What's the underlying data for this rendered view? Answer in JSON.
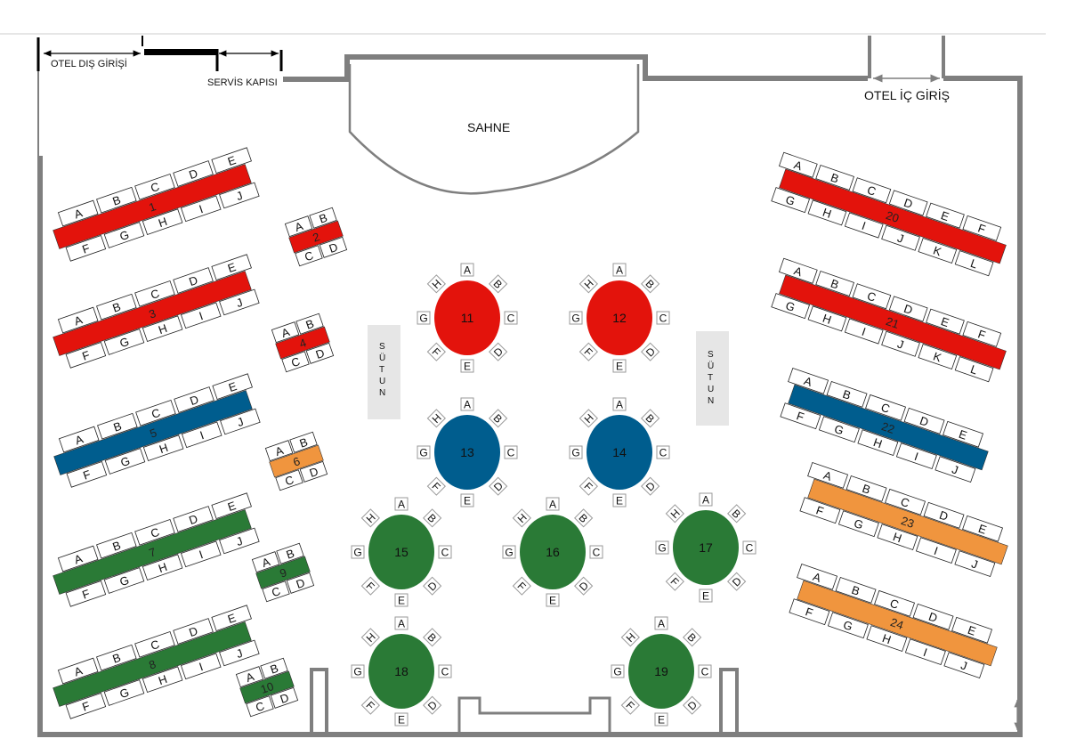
{
  "labels": {
    "outer_entrance": "OTEL DIŞ GİRİŞİ",
    "service_door": "SERVİS KAPISI",
    "inner_entrance": "OTEL İÇ GİRİŞ",
    "stage": "SAHNE",
    "pillar_left": "SÜTUN",
    "pillar_right": "SÜTUN"
  },
  "colors": {
    "red": "#e3130c",
    "blue": "#005d8e",
    "orange": "#f0953e",
    "green": "#2a7a36",
    "wall": "#7f7f7f",
    "pillar": "#e6e6e6"
  },
  "tables": [
    {
      "id": "1",
      "type": "long",
      "color": "red",
      "top": [
        "A",
        "B",
        "C",
        "D",
        "E"
      ],
      "bottom": [
        "F",
        "G",
        "H",
        "I",
        "J"
      ]
    },
    {
      "id": "2",
      "type": "small",
      "color": "red",
      "top": [
        "A",
        "B"
      ],
      "bottom": [
        "C",
        "D"
      ]
    },
    {
      "id": "3",
      "type": "long",
      "color": "red",
      "top": [
        "A",
        "B",
        "C",
        "D",
        "E"
      ],
      "bottom": [
        "F",
        "G",
        "H",
        "I",
        "J"
      ]
    },
    {
      "id": "4",
      "type": "small",
      "color": "red",
      "top": [
        "A",
        "B"
      ],
      "bottom": [
        "C",
        "D"
      ]
    },
    {
      "id": "5",
      "type": "long",
      "color": "blue",
      "top": [
        "A",
        "B",
        "C",
        "D",
        "E"
      ],
      "bottom": [
        "F",
        "G",
        "H",
        "I",
        "J"
      ]
    },
    {
      "id": "6",
      "type": "small",
      "color": "orange",
      "top": [
        "A",
        "B"
      ],
      "bottom": [
        "C",
        "D"
      ]
    },
    {
      "id": "7",
      "type": "long",
      "color": "green",
      "top": [
        "A",
        "B",
        "C",
        "D",
        "E"
      ],
      "bottom": [
        "F",
        "G",
        "H",
        "I",
        "J"
      ]
    },
    {
      "id": "8",
      "type": "long",
      "color": "green",
      "top": [
        "A",
        "B",
        "C",
        "D",
        "E"
      ],
      "bottom": [
        "F",
        "G",
        "H",
        "I",
        "J"
      ]
    },
    {
      "id": "9",
      "type": "small",
      "color": "green",
      "top": [
        "A",
        "B"
      ],
      "bottom": [
        "C",
        "D"
      ]
    },
    {
      "id": "10",
      "type": "small",
      "color": "green",
      "top": [
        "A",
        "B"
      ],
      "bottom": [
        "C",
        "D"
      ]
    },
    {
      "id": "11",
      "type": "round",
      "color": "red",
      "seats": [
        "A",
        "B",
        "C",
        "D",
        "E",
        "F",
        "G",
        "H"
      ]
    },
    {
      "id": "12",
      "type": "round",
      "color": "red",
      "seats": [
        "A",
        "B",
        "C",
        "D",
        "E",
        "F",
        "G",
        "H"
      ]
    },
    {
      "id": "13",
      "type": "round",
      "color": "blue",
      "seats": [
        "A",
        "B",
        "C",
        "D",
        "E",
        "F",
        "G",
        "H"
      ]
    },
    {
      "id": "14",
      "type": "round",
      "color": "blue",
      "seats": [
        "A",
        "B",
        "C",
        "D",
        "E",
        "F",
        "G",
        "H"
      ]
    },
    {
      "id": "15",
      "type": "round",
      "color": "green",
      "seats": [
        "A",
        "B",
        "C",
        "D",
        "E",
        "F",
        "G",
        "H"
      ]
    },
    {
      "id": "16",
      "type": "round",
      "color": "green",
      "seats": [
        "A",
        "B",
        "C",
        "D",
        "E",
        "F",
        "G",
        "H"
      ]
    },
    {
      "id": "17",
      "type": "round",
      "color": "green",
      "seats": [
        "A",
        "B",
        "C",
        "D",
        "E",
        "F",
        "G",
        "H"
      ]
    },
    {
      "id": "18",
      "type": "round",
      "color": "green",
      "seats": [
        "A",
        "B",
        "C",
        "D",
        "E",
        "F",
        "G",
        "H"
      ]
    },
    {
      "id": "19",
      "type": "round",
      "color": "green",
      "seats": [
        "A",
        "B",
        "C",
        "D",
        "E",
        "F",
        "G",
        "H"
      ]
    },
    {
      "id": "20",
      "type": "long",
      "color": "red",
      "top": [
        "A",
        "B",
        "C",
        "D",
        "E",
        "F"
      ],
      "bottom": [
        "G",
        "H",
        "I",
        "J",
        "K",
        "L"
      ]
    },
    {
      "id": "21",
      "type": "long",
      "color": "red",
      "top": [
        "A",
        "B",
        "C",
        "D",
        "E",
        "F"
      ],
      "bottom": [
        "G",
        "H",
        "I",
        "J",
        "K",
        "L"
      ]
    },
    {
      "id": "22",
      "type": "long",
      "color": "blue",
      "top": [
        "A",
        "B",
        "C",
        "D",
        "E"
      ],
      "bottom": [
        "F",
        "G",
        "H",
        "I",
        "J"
      ]
    },
    {
      "id": "23",
      "type": "long",
      "color": "orange",
      "top": [
        "A",
        "B",
        "C",
        "D",
        "E"
      ],
      "bottom": [
        "F",
        "G",
        "H",
        "I",
        "J"
      ]
    },
    {
      "id": "24",
      "type": "long",
      "color": "orange",
      "top": [
        "A",
        "B",
        "C",
        "D",
        "E"
      ],
      "bottom": [
        "F",
        "G",
        "H",
        "I",
        "J"
      ]
    }
  ]
}
